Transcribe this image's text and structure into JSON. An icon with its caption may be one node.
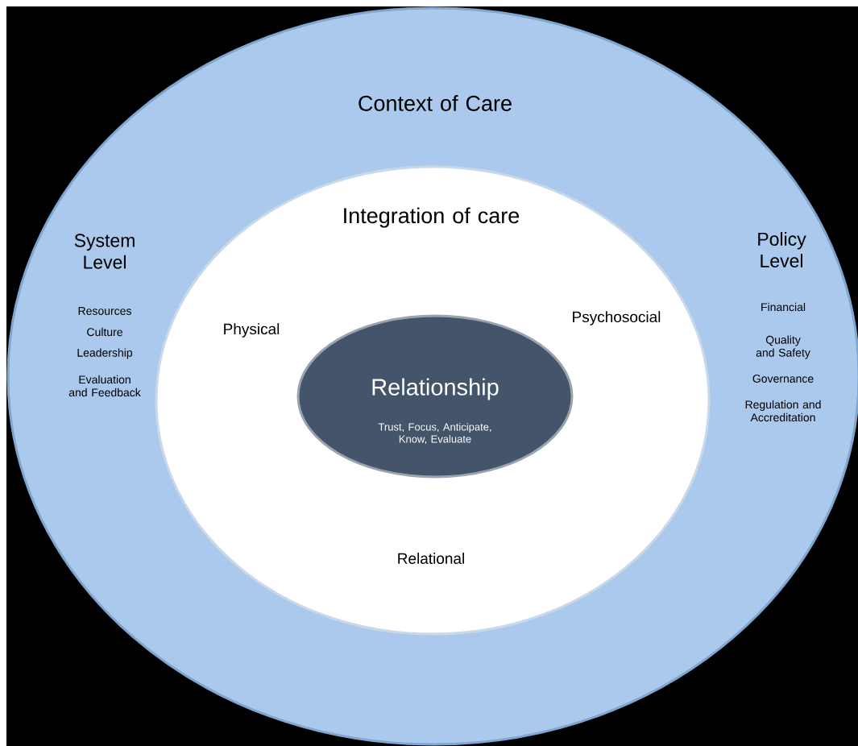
{
  "diagram": {
    "nodes": [
      {
        "text": [
          "Context of Care",
          "System Level",
          "Resources",
          "Culture",
          "Leadership",
          "Evaluation and Feedback",
          "Policy Level",
          "Financial",
          "Quality and Safety",
          "Governance",
          "Regulation and Accreditation"
        ]
      },
      {
        "text": [
          "Integration of care",
          "Physical",
          "Psychosocial",
          "Relational"
        ],
        "in": 0
      },
      {
        "text": [
          "Relationship",
          "Trust, Focus, Anticipate, Know, Evaluate"
        ],
        "in": 1
      }
    ]
  }
}
